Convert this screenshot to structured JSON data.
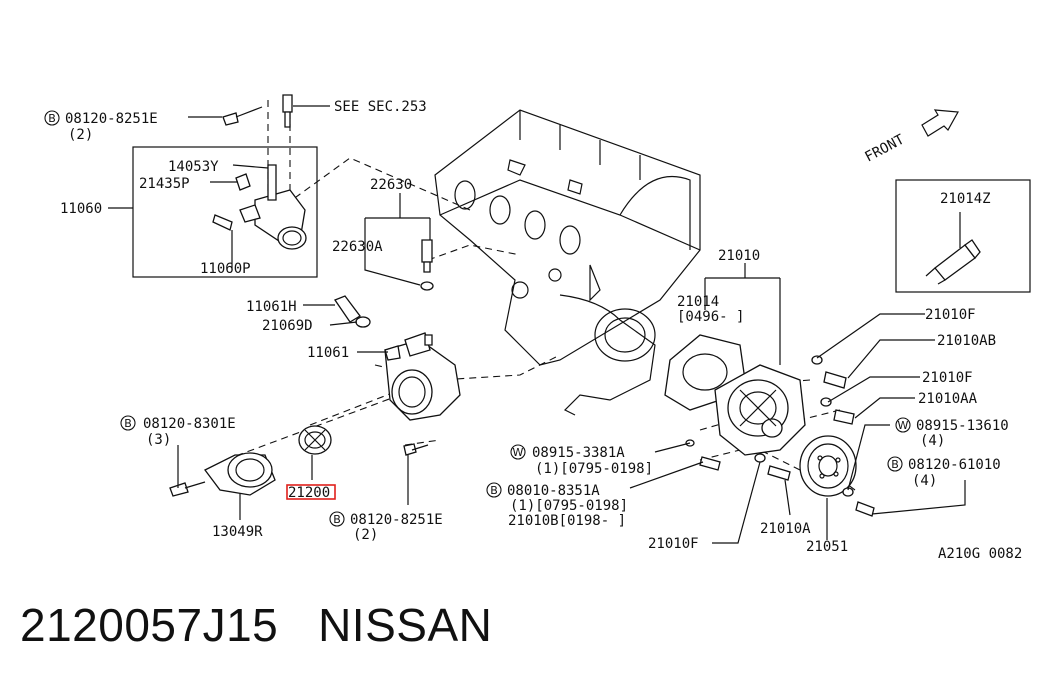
{
  "labels": {
    "b_08120_8251E_top": "08120-8251E",
    "qty_2_top": "(2)",
    "see_sec": "SEE SEC.253",
    "p14053Y": "14053Y",
    "p21435P": "21435P",
    "p11060": "11060",
    "p11060P": "11060P",
    "p22630": "22630",
    "p22630A": "22630A",
    "p11061H": "11061H",
    "p21069D": "21069D",
    "p11061": "11061",
    "b_08120_8301E": "08120-8301E",
    "qty_3": "(3)",
    "p13049R": "13049R",
    "p21200": "21200",
    "b_08120_8251E_bot": "08120-8251E",
    "qty_2_bot": "(2)",
    "p21010": "21010",
    "p21014": "21014",
    "p21014_range": "[0496-   ]",
    "p21014Z": "21014Z",
    "front": "FRONT",
    "p21010F_1": "21010F",
    "p21010AB": "21010AB",
    "p21010F_2": "21010F",
    "p21010AA": "21010AA",
    "w_08915_13610": "08915-13610",
    "qty_4_w": "(4)",
    "b_08120_61010": "08120-61010",
    "qty_4_b": "(4)",
    "w_08915_3381A": "08915-3381A",
    "w_3381A_range": "(1)[0795-0198]",
    "b_08010_8351A": "08010-8351A",
    "b_8351A_range": "(1)[0795-0198]",
    "p21010B_range": "21010B[0198-   ]",
    "p21010A": "21010A",
    "p21010F_3": "21010F",
    "p21051": "21051",
    "diagram_code": "A210G 0082"
  },
  "symbols": {
    "bolt": "B",
    "washer": "W"
  },
  "caption": "2120057J15   NISSAN",
  "colors": {
    "highlight": "#e0201c",
    "ink": "#111111"
  }
}
